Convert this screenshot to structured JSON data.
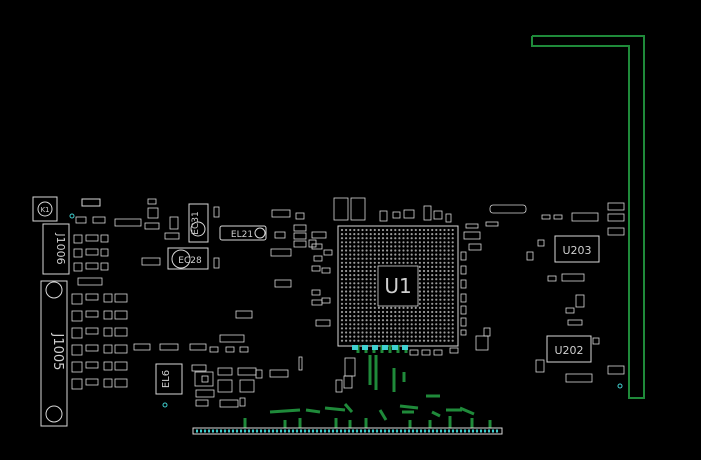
{
  "board": {
    "background": "#000000",
    "silkscreen_color": "#d8d8d8",
    "trace_color": "#1f8a3a",
    "pad_highlight_color": "#3fd0d0"
  },
  "labels": {
    "u1": "U1",
    "u203": "U203",
    "u202": "U202",
    "ec31": "EC31",
    "el21": "EL21",
    "ec28": "EC28",
    "el6": "EL6",
    "j1005": "J1005",
    "j1006": "J1006",
    "k1": "K1"
  }
}
